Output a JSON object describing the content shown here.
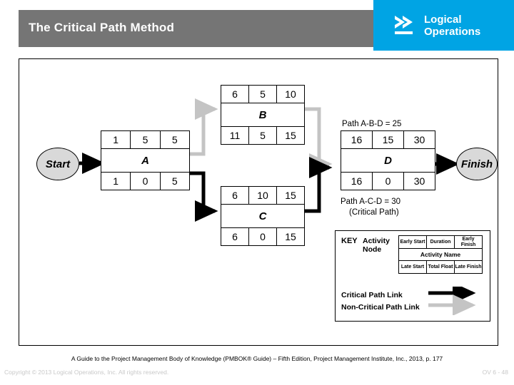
{
  "header": {
    "title": "The Critical Path Method",
    "logo_line1": "Logical",
    "logo_line2": "Operations",
    "logo_icon": "chevrons-right-icon",
    "band_color": "#757575",
    "logo_color": "#00a4e4"
  },
  "diagram": {
    "start_label": "Start",
    "finish_label": "Finish",
    "nodes": [
      {
        "id": "A",
        "name": "A",
        "early_start": "1",
        "duration": "5",
        "early_finish": "5",
        "late_start": "1",
        "total_float": "0",
        "late_finish": "5"
      },
      {
        "id": "B",
        "name": "B",
        "early_start": "6",
        "duration": "5",
        "early_finish": "10",
        "late_start": "11",
        "total_float": "5",
        "late_finish": "15"
      },
      {
        "id": "C",
        "name": "C",
        "early_start": "6",
        "duration": "10",
        "early_finish": "15",
        "late_start": "6",
        "total_float": "0",
        "late_finish": "15"
      },
      {
        "id": "D",
        "name": "D",
        "early_start": "16",
        "duration": "15",
        "early_finish": "30",
        "late_start": "16",
        "total_float": "0",
        "late_finish": "30"
      }
    ],
    "path_labels": [
      {
        "id": "path-abd",
        "text": "Path A-B-D = 25"
      },
      {
        "id": "path-acd",
        "text": "Path A-C-D = 30"
      },
      {
        "id": "path-acd-note",
        "text": "(Critical Path)"
      }
    ]
  },
  "key": {
    "title": "KEY",
    "subtitle": "Activity Node",
    "cells": {
      "early_start": "Early Start",
      "duration": "Duration",
      "early_finish": "Early Finish",
      "activity_name": "Activity Name",
      "late_start": "Late Start",
      "total_float": "Total Float",
      "late_finish": "Late Finish"
    },
    "legend": [
      {
        "id": "critical-path-link",
        "label": "Critical Path Link",
        "style": "solid-black-arrow"
      },
      {
        "id": "non-critical-path-link",
        "label": "Non-Critical Path Link",
        "style": "light-gray-arrow"
      }
    ]
  },
  "footer": {
    "citation": "A Guide to the Project Management Body of Knowledge (PMBOK® Guide) – Fifth Edition, Project Management Institute, Inc., 2013, p. 177",
    "copyright": "Copyright © 2013 Logical Operations, Inc. All rights reserved.",
    "slide_number": "OV 6 - 48"
  }
}
